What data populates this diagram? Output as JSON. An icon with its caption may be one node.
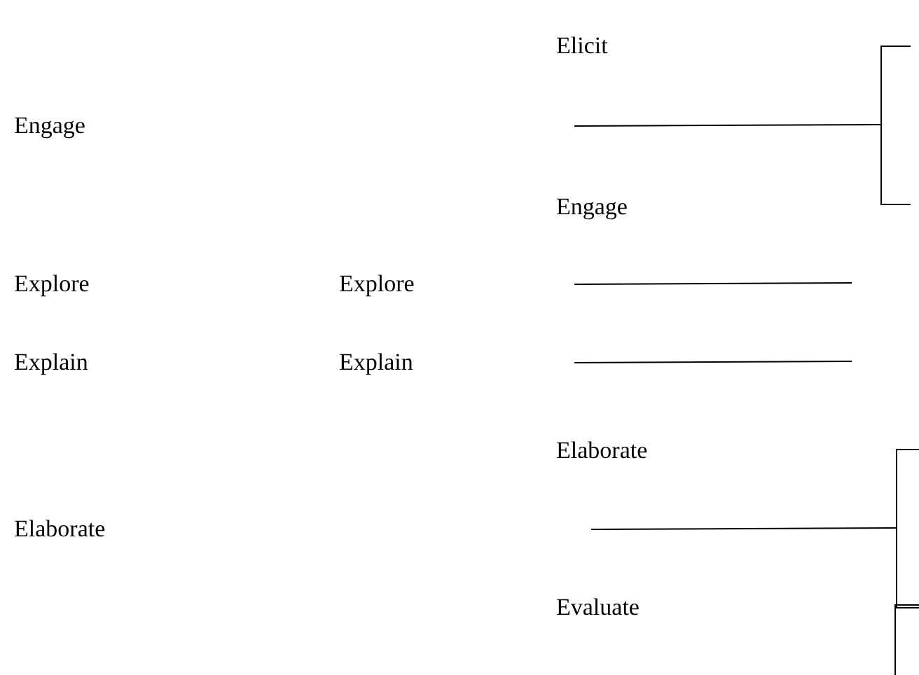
{
  "diagram": {
    "labels": [
      "Elicit",
      "Engage",
      "Engage",
      "Explore",
      "Explore",
      "Explain",
      "Explain",
      "Elaborate",
      "Elaborate",
      "Evaluate"
    ]
  }
}
